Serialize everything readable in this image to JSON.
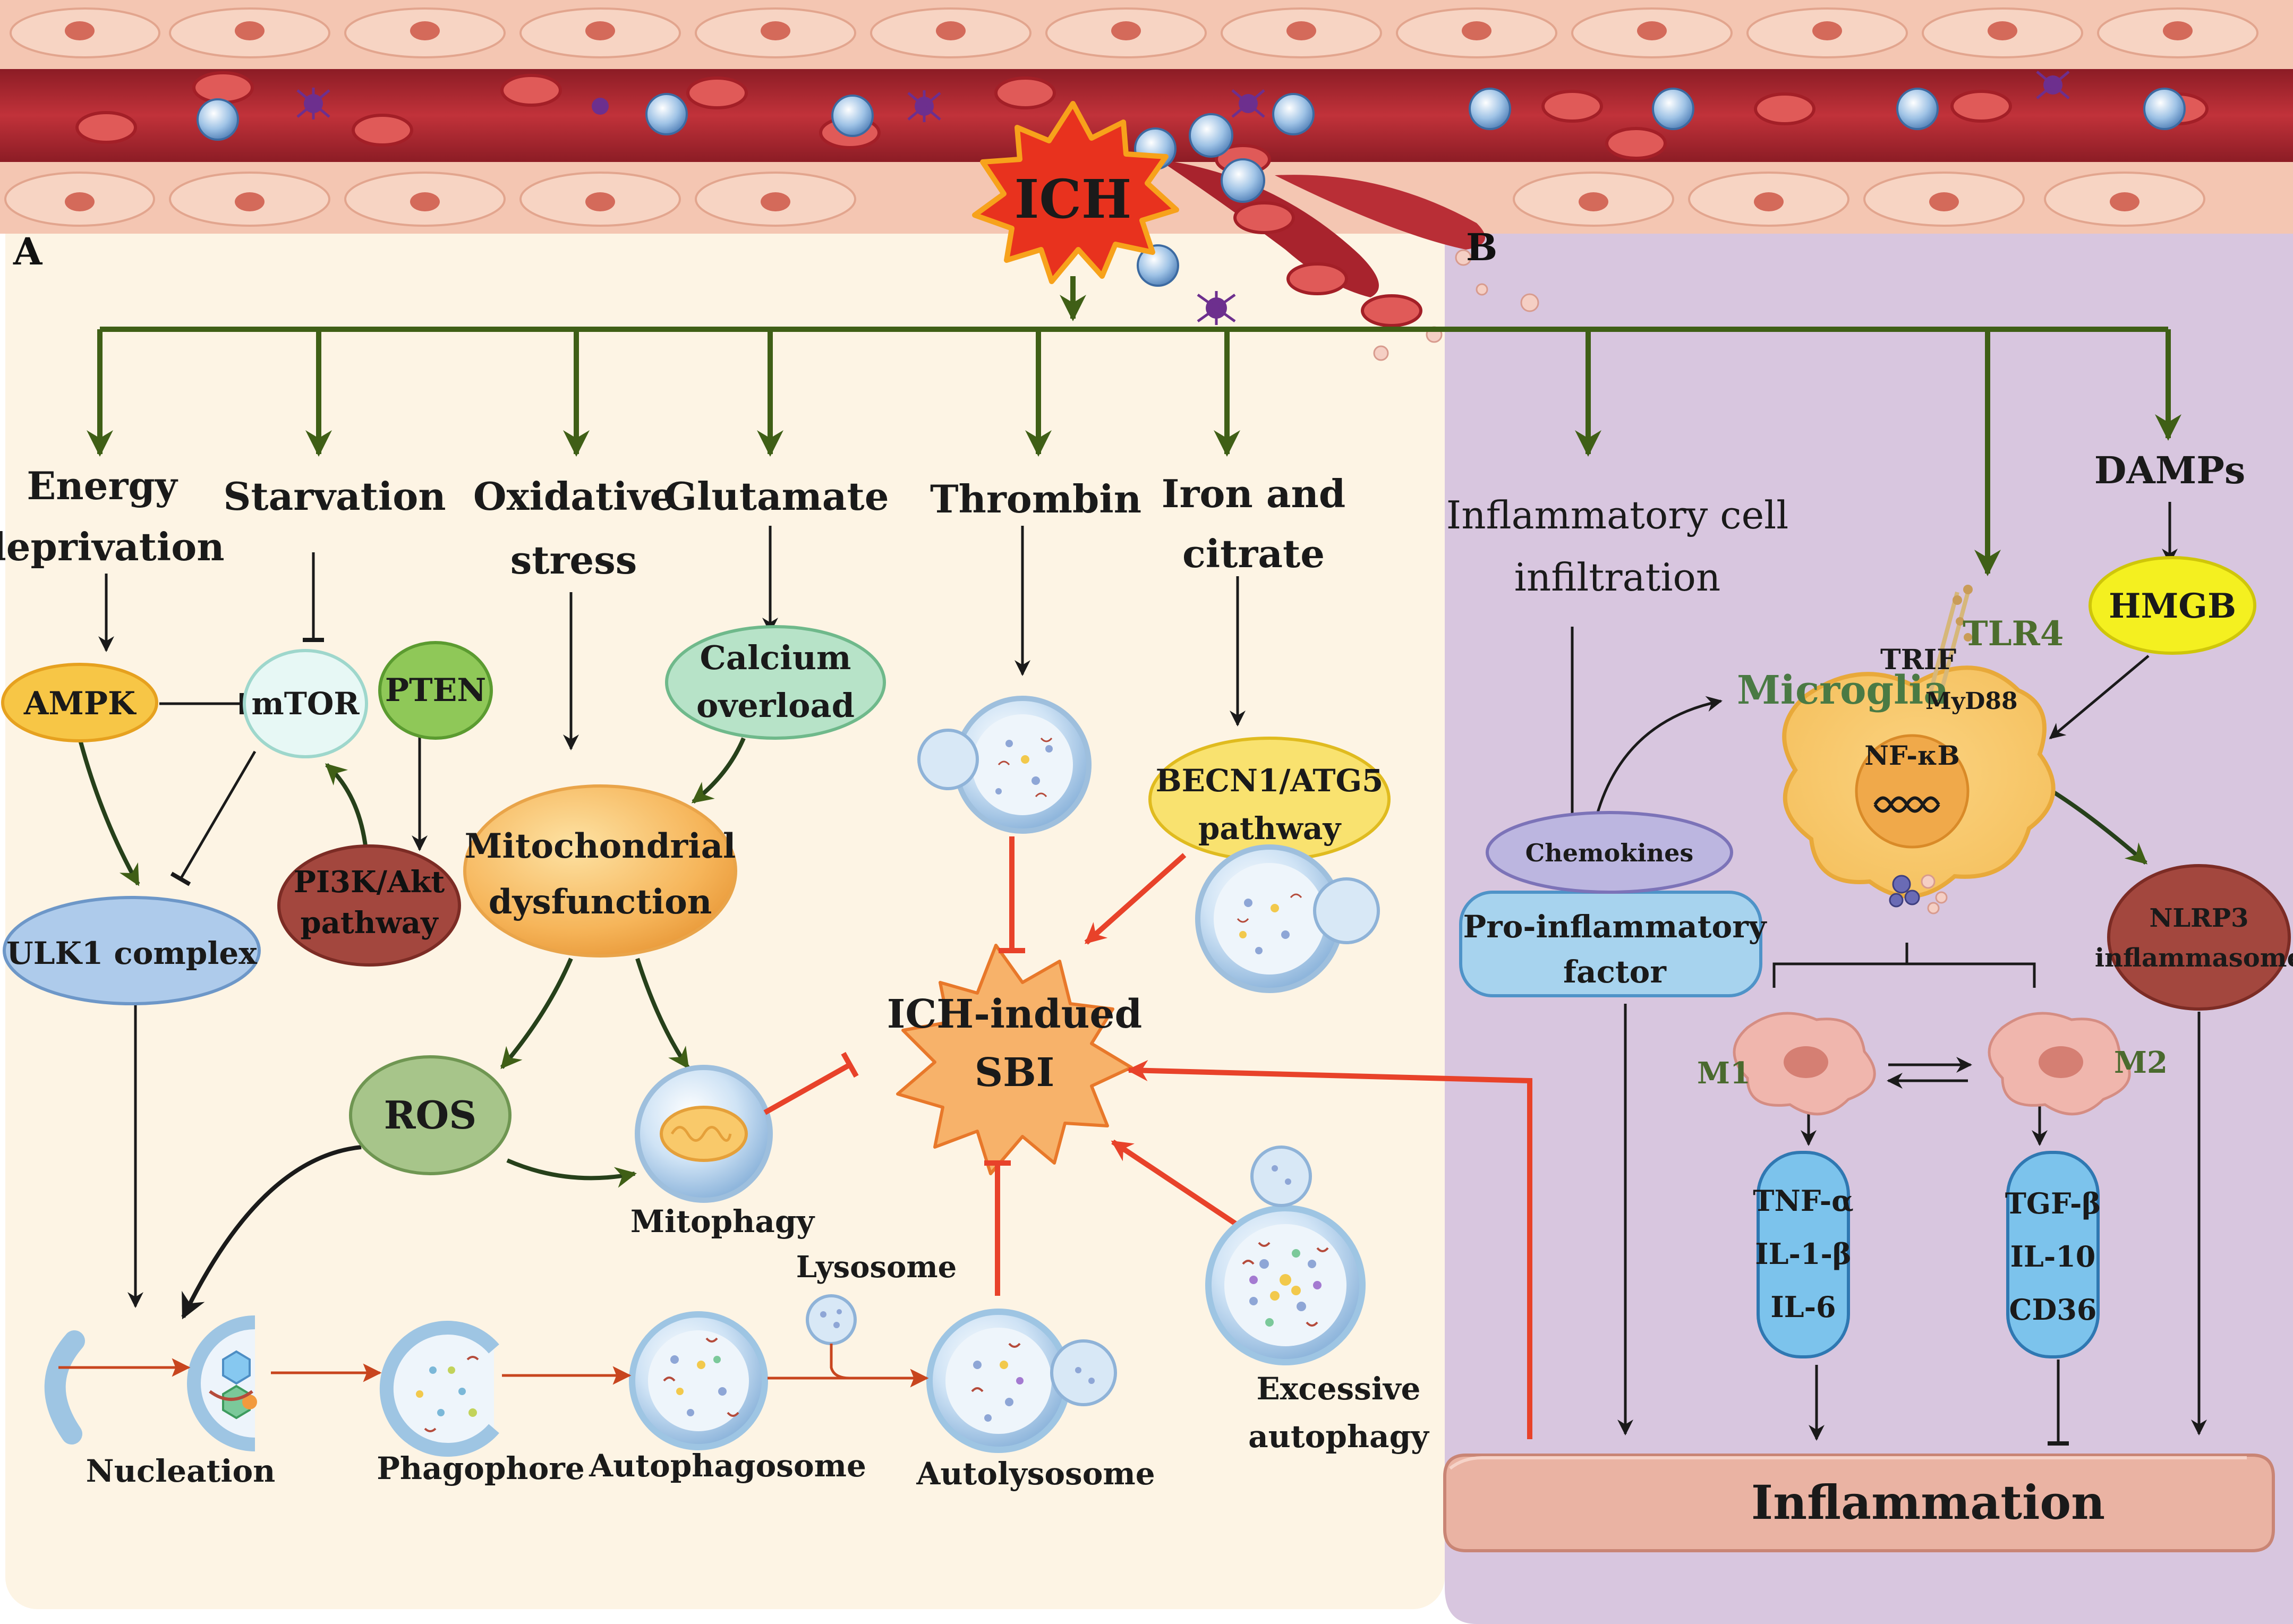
{
  "panels": {
    "a": "A",
    "b": "B"
  },
  "ich": "ICH",
  "triggers": {
    "energy_1": "Energy",
    "energy_2": "deprivation",
    "starvation": "Starvation",
    "oxidative_1": "Oxidative",
    "oxidative_2": "stress",
    "glutamate": "Glutamate",
    "thrombin": "Thrombin",
    "iron_1": "Iron and",
    "iron_2": "citrate"
  },
  "nodes": {
    "ampk": "AMPK",
    "mtor": "mTOR",
    "pten": "PTEN",
    "calcium_1": "Calcium",
    "calcium_2": "overload",
    "pi3k_1": "PI3K/Akt",
    "pi3k_2": "pathway",
    "ulk1": "ULK1 complex",
    "mito_1": "Mitochondrial",
    "mito_2": "dysfunction",
    "becn1_1": "BECN1/ATG5",
    "becn1_2": "pathway",
    "ros": "ROS",
    "mitophagy": "Mitophagy",
    "lysosome": "Lysosome",
    "sbi_1": "ICH-indued",
    "sbi_2": "SBI",
    "excessive_1": "Excessive",
    "excessive_2": "autophagy"
  },
  "stages": {
    "nucleation": "Nucleation",
    "phagophore": "Phagophore",
    "autophagosome": "Autophagosome",
    "autolysosome": "Autolysosome"
  },
  "panel_b": {
    "infiltration_1": "Inflammatory cell",
    "infiltration_2": "infiltration",
    "damps": "DAMPs",
    "hmgb": "HMGB",
    "trif": "TRIF",
    "tlr4": "TLR4",
    "microglia": "Microglia",
    "myd88": "MyD88",
    "nfkb": "NF-κB",
    "chemokines": "Chemokines",
    "proinflam_1": "Pro-inflammatory",
    "proinflam_2": "factor",
    "nlrp3_1": "NLRP3",
    "nlrp3_2": "inflammasome",
    "m1": "M1",
    "m2": "M2",
    "m1_cytokines": [
      "TNF-α",
      "IL-1-β",
      "IL-6"
    ],
    "m2_cytokines": [
      "TGF-β",
      "IL-10",
      "CD36"
    ],
    "inflammation": "Inflammation"
  },
  "colors": {
    "panel_a_bg": "#fdf4e4",
    "panel_b_bg": "#d8c6df",
    "trigger_arrow": "#3f5f16",
    "inhibit_red": "#e8422a",
    "vessel_red": "#b42b33",
    "vessel_wall": "#f2bfa9"
  }
}
